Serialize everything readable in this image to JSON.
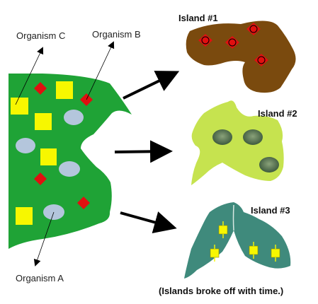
{
  "labels": {
    "organism_a": "Organism A",
    "organism_b": "Organism B",
    "organism_c": "Organism C"
  },
  "islands": [
    {
      "title": "Island #1",
      "color": "#7a4a0e",
      "organism": "red diamond with circle"
    },
    {
      "title": "Island #2",
      "color": "#c6e34f",
      "organism": "dark green oval"
    },
    {
      "title": "Island #3",
      "color": "#3f8a7c",
      "organism": "yellow square"
    }
  ],
  "caption": "(Islands broke off with time.)",
  "colors": {
    "mainland": "#1fa336",
    "square": "#f7f700",
    "diamond": "#e01010",
    "oval": "#b4c6dc",
    "arrow": "#000000"
  }
}
